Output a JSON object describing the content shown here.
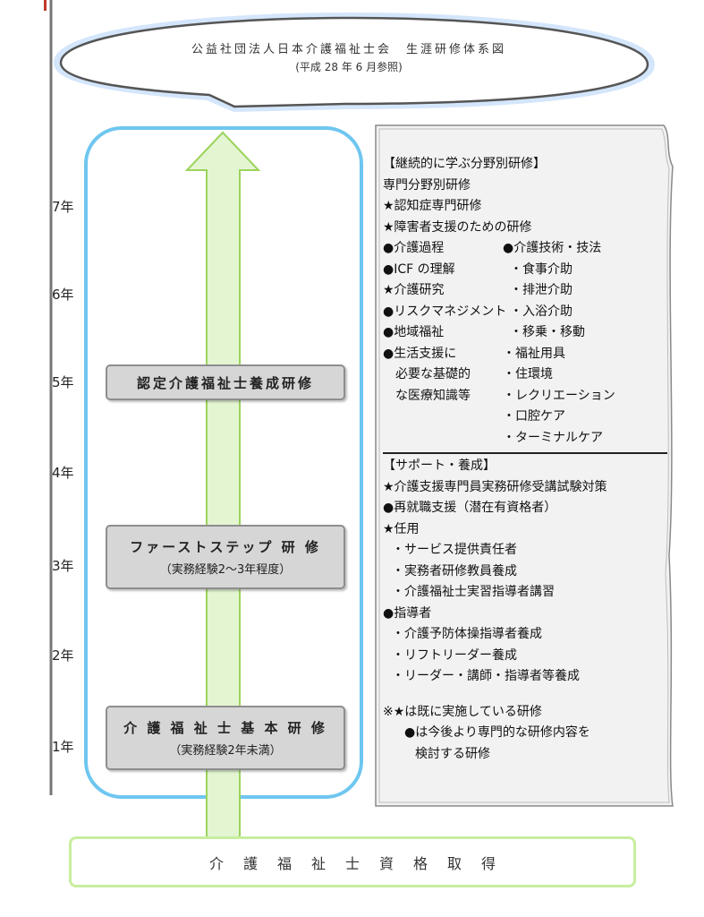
{
  "bubble": {
    "title": "公益社団法人日本介護福祉士会　生涯研修体系図",
    "subtitle": "(平成 28 年 6 月参照)"
  },
  "years": [
    "7年",
    "6年",
    "5年",
    "4年",
    "3年",
    "2年",
    "1年"
  ],
  "stages": [
    {
      "title": "認定介護福祉士養成研修",
      "sub": ""
    },
    {
      "title": "ファーストステップ 研 修",
      "sub": "（実務経験2～3年程度）"
    },
    {
      "title": "介 護 福 祉 士 基 本 研 修",
      "sub": "（実務経験2年未満）"
    }
  ],
  "panel": {
    "header1": "【継続的に学ぶ分野別研修】",
    "sub1": "専門分野別研修",
    "star1": "★認知症専門研修",
    "star2": "★障害者支援のための研修",
    "rows": [
      {
        "l": "●介護過程",
        "r": "●介護技術・技法"
      },
      {
        "l": "●ICF の理解",
        "r": "・食事介助"
      },
      {
        "l": "★介護研究",
        "r": "・排泄介助"
      },
      {
        "l": "●リスクマネジメント",
        "r": "・入浴介助"
      },
      {
        "l": "●地域福祉",
        "r": "・移乗・移動"
      },
      {
        "l": "●生活支援に",
        "r": "・福祉用具"
      },
      {
        "l": "　必要な基礎的",
        "r": "・住環境"
      },
      {
        "l": "　な医療知識等",
        "r": "・レクリエーション"
      },
      {
        "l": "",
        "r": "・口腔ケア"
      },
      {
        "l": "",
        "r": "・ターミナルケア"
      }
    ],
    "header2": "【サポート・養成】",
    "support": [
      "★介護支援専門員実務研修受講試験対策",
      "●再就職支援（潜在有資格者）",
      "★任用",
      "・サービス提供責任者",
      "・実務者研修教員養成",
      "・介護福祉士実習指導者講習",
      "●指導者",
      "・介護予防体操指導者養成",
      "・リフトリーダー養成",
      "・リーダー・講師・指導者等養成"
    ],
    "note1": "※★は既に実施している研修",
    "note2": "●は今後より専門的な研修内容を",
    "note3": "検討する研修"
  },
  "bottom": {
    "label": "介護福祉士資格取得"
  },
  "colors": {
    "arrow": "#e4f5d2",
    "arrow_stroke": "#9cd35d",
    "outline_blue": "#6ec6f0",
    "bubble_glow": "#a9cff7",
    "bottom_border": "#c8ee9e",
    "panel_bg": "#f3f3f3"
  }
}
